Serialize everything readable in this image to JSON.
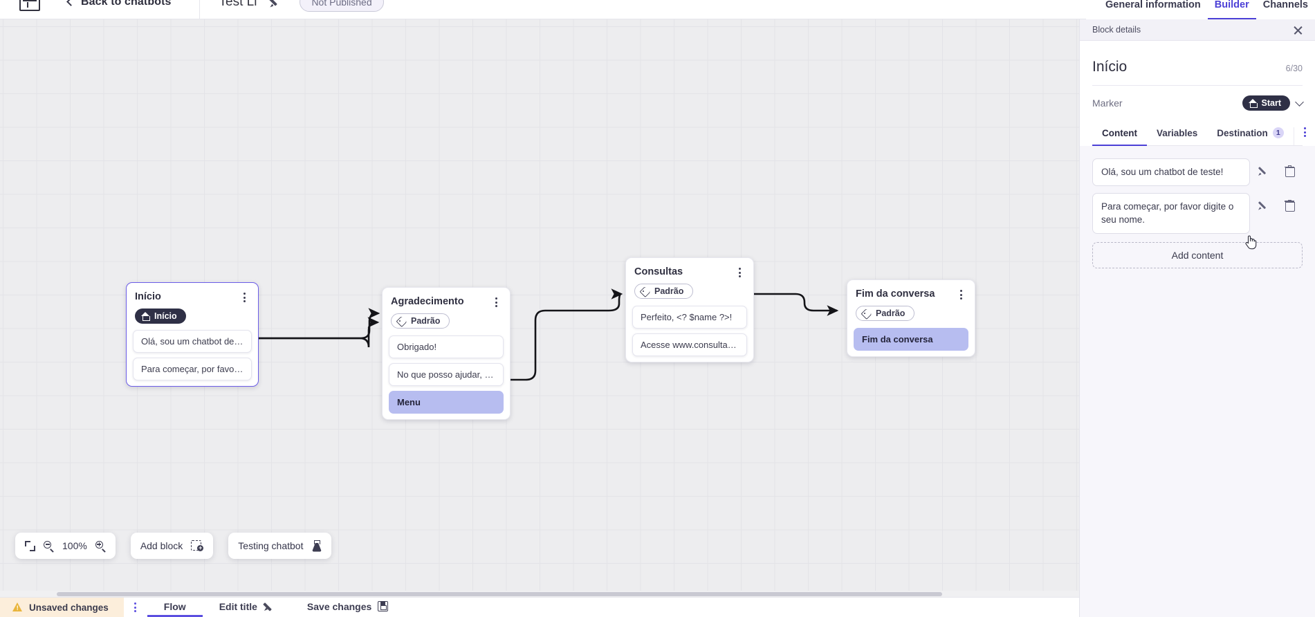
{
  "header": {
    "logo_icon": "chatbot-logo-icon",
    "back_label": "Back to chatbots",
    "bot_title": "Test Li",
    "edit_title_icon": "pencil-icon",
    "publish_status": "Not Published"
  },
  "top_tabs": [
    {
      "label": "General information",
      "active": false
    },
    {
      "label": "Builder",
      "active": true
    },
    {
      "label": "Channels",
      "active": false
    }
  ],
  "canvas": {
    "zoom_level": "100%",
    "add_block_label": "Add block",
    "testing_label": "Testing chatbot",
    "nodes": [
      {
        "id": "inicio",
        "title": "Início",
        "marker": "Início",
        "marker_type": "start",
        "selected": true,
        "items": [
          {
            "text": "Olá, sou um chatbot de teste!",
            "accent": false
          },
          {
            "text": "Para começar, por favor digite o ...",
            "accent": false
          }
        ]
      },
      {
        "id": "agradecimento",
        "title": "Agradecimento",
        "marker": "Padrão",
        "marker_type": "default",
        "selected": false,
        "items": [
          {
            "text": "Obrigado!",
            "accent": false
          },
          {
            "text": "No que posso ajudar, <? $name ...",
            "accent": false
          },
          {
            "text": "Menu",
            "accent": true
          }
        ]
      },
      {
        "id": "consultas",
        "title": "Consultas",
        "marker": "Padrão",
        "marker_type": "default",
        "selected": false,
        "items": [
          {
            "text": "Perfeito, <? $name ?>!",
            "accent": false
          },
          {
            "text": "Acesse www.consultas.com par...",
            "accent": false
          }
        ]
      },
      {
        "id": "fim",
        "title": "Fim da conversa",
        "marker": "Padrão",
        "marker_type": "default",
        "selected": false,
        "items": [
          {
            "text": "Fim da conversa",
            "accent": true
          }
        ]
      }
    ]
  },
  "statusbar": {
    "unsaved_label": "Unsaved changes",
    "flow_label": "Flow",
    "edit_title_label": "Edit title",
    "save_label": "Save changes"
  },
  "panel": {
    "header_label": "Block details",
    "close_icon": "close-icon",
    "block_title": "Início",
    "char_count": "6/30",
    "marker_label": "Marker",
    "marker_value": "Start",
    "tabs": [
      {
        "label": "Content",
        "badge": "",
        "active": true
      },
      {
        "label": "Variables",
        "badge": "",
        "active": false
      },
      {
        "label": "Destination",
        "badge": "1",
        "active": false
      }
    ],
    "contents": [
      {
        "text": "Olá, sou um chatbot de teste!"
      },
      {
        "text": "Para começar, por favor digite o seu nome."
      }
    ],
    "add_content_label": "Add content"
  },
  "colors": {
    "accent": "#4b3fd6",
    "node_accent_bg": "#b7bdf0",
    "marker_start_bg": "#2f3046",
    "warning_bg": "#fceedb",
    "canvas_bg": "#ededef"
  }
}
